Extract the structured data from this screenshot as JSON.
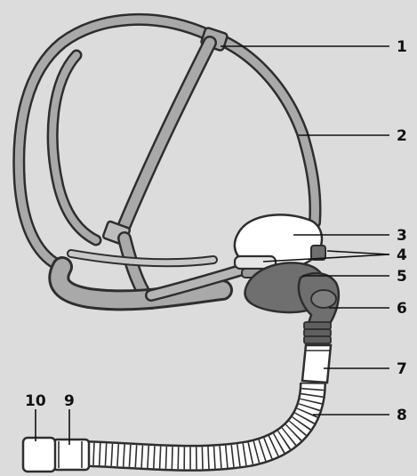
{
  "callouts": [
    {
      "id": "1",
      "label": "1"
    },
    {
      "id": "2",
      "label": "2"
    },
    {
      "id": "3",
      "label": "3"
    },
    {
      "id": "4",
      "label": "4"
    },
    {
      "id": "5",
      "label": "5"
    },
    {
      "id": "6",
      "label": "6"
    },
    {
      "id": "7",
      "label": "7"
    },
    {
      "id": "8",
      "label": "8"
    },
    {
      "id": "9",
      "label": "9"
    },
    {
      "id": "10",
      "label": "10"
    }
  ],
  "colors": {
    "background": "#dcdcdc",
    "headgear_outline": "#2e2e2e",
    "strap_fill": "#a9a9a9",
    "cushion_fill": "#ffffff",
    "elbow_fill": "#6f6f6f",
    "tube_fill": "#ffffff"
  }
}
